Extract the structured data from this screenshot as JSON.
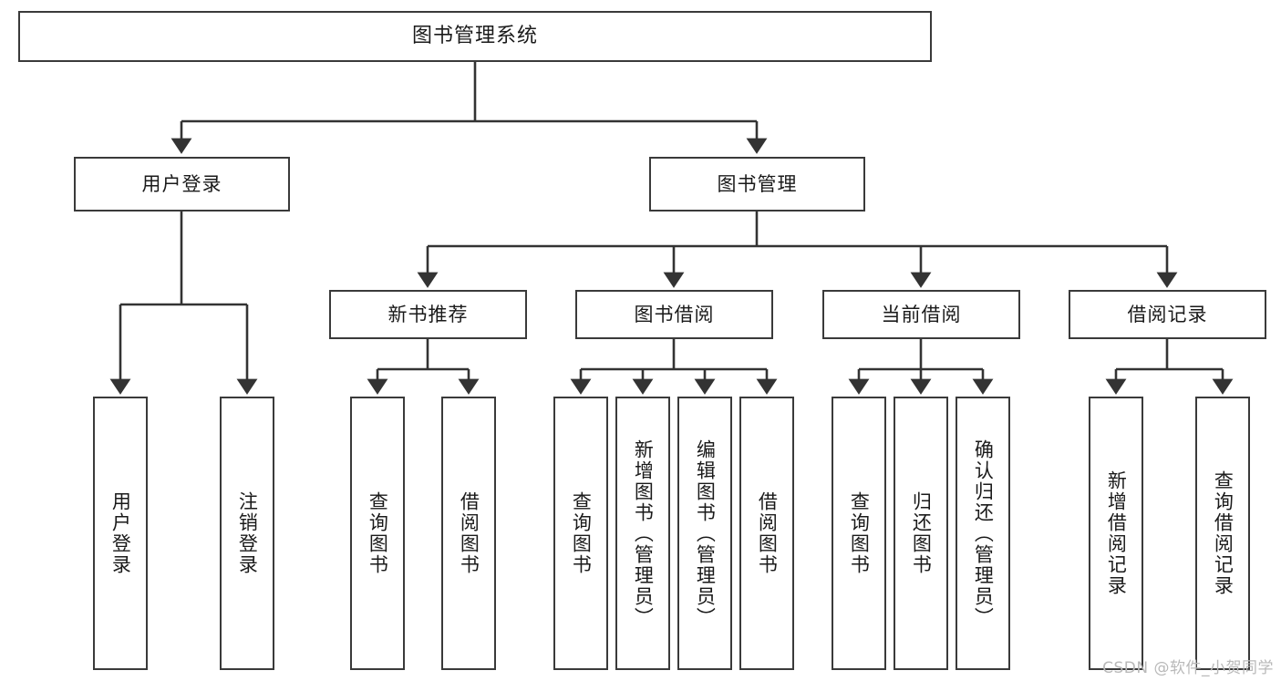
{
  "diagram": {
    "title": "图书管理系统",
    "type": "tree",
    "watermark": "CSDN @软件_小贺同学",
    "colors": {
      "box_border": "#3a3a3a",
      "box_fill": "#ffffff",
      "connector": "#333333",
      "text": "#1a1a1a",
      "watermark": "#b9b9b9",
      "background": "#ffffff"
    },
    "root": {
      "label": "图书管理系统"
    },
    "level2": [
      {
        "label": "用户登录"
      },
      {
        "label": "图书管理"
      }
    ],
    "level3": [
      {
        "label": "新书推荐"
      },
      {
        "label": "图书借阅"
      },
      {
        "label": "当前借阅"
      },
      {
        "label": "借阅记录"
      }
    ],
    "leaves": {
      "user_login": [
        {
          "label": "用户登录"
        },
        {
          "label": "注销登录"
        }
      ],
      "new_book_recommend": [
        {
          "label": "查询图书"
        },
        {
          "label": "借阅图书"
        }
      ],
      "book_borrow": [
        {
          "label": "查询图书"
        },
        {
          "label": "新增图书（管理员）"
        },
        {
          "label": "编辑图书（管理员）"
        },
        {
          "label": "借阅图书"
        }
      ],
      "current_borrow": [
        {
          "label": "查询图书"
        },
        {
          "label": "归还图书"
        },
        {
          "label": "确认归还（管理员）"
        }
      ],
      "borrow_record": [
        {
          "label": "新增借阅记录"
        },
        {
          "label": "查询借阅记录"
        }
      ]
    }
  }
}
